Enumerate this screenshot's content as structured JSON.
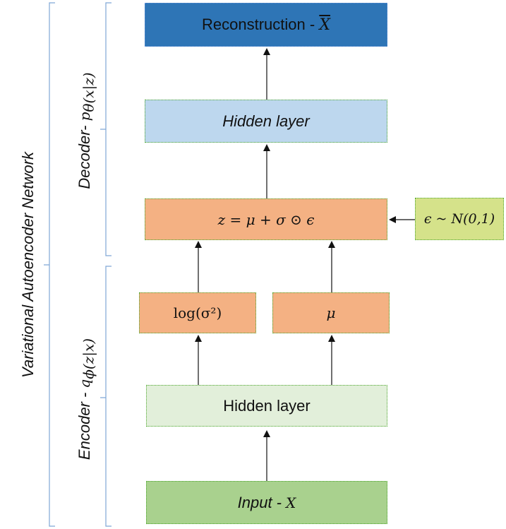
{
  "network_label": "Variational Autoencoder Network",
  "decoder_label": {
    "text": "Decoder- ",
    "math": "p",
    "sub": "θ(x|z)"
  },
  "encoder_label": {
    "text": "Encoder - ",
    "math": "q",
    "sub": "ϕ(z|x)"
  },
  "boxes": {
    "reconstruction": {
      "text": "Reconstruction - ",
      "math": "X"
    },
    "decoder_hidden": "Hidden layer",
    "z": "z = μ + σ ⊙ ϵ",
    "epsilon": "ϵ ~ N(0,1)",
    "log_variance": "log(σ²)",
    "mu": "μ",
    "encoder_hidden": "Hidden layer",
    "input": {
      "text": "Input - ",
      "math": "X"
    }
  },
  "colors": {
    "reconstruction": "#2e75b6",
    "decoder_hidden": "#bdd7ee",
    "latent": "#f4b183",
    "epsilon": "#d5e28a",
    "encoder_hidden": "#e2efda",
    "input": "#a9d18e",
    "bracket": "#7fa7d6"
  }
}
